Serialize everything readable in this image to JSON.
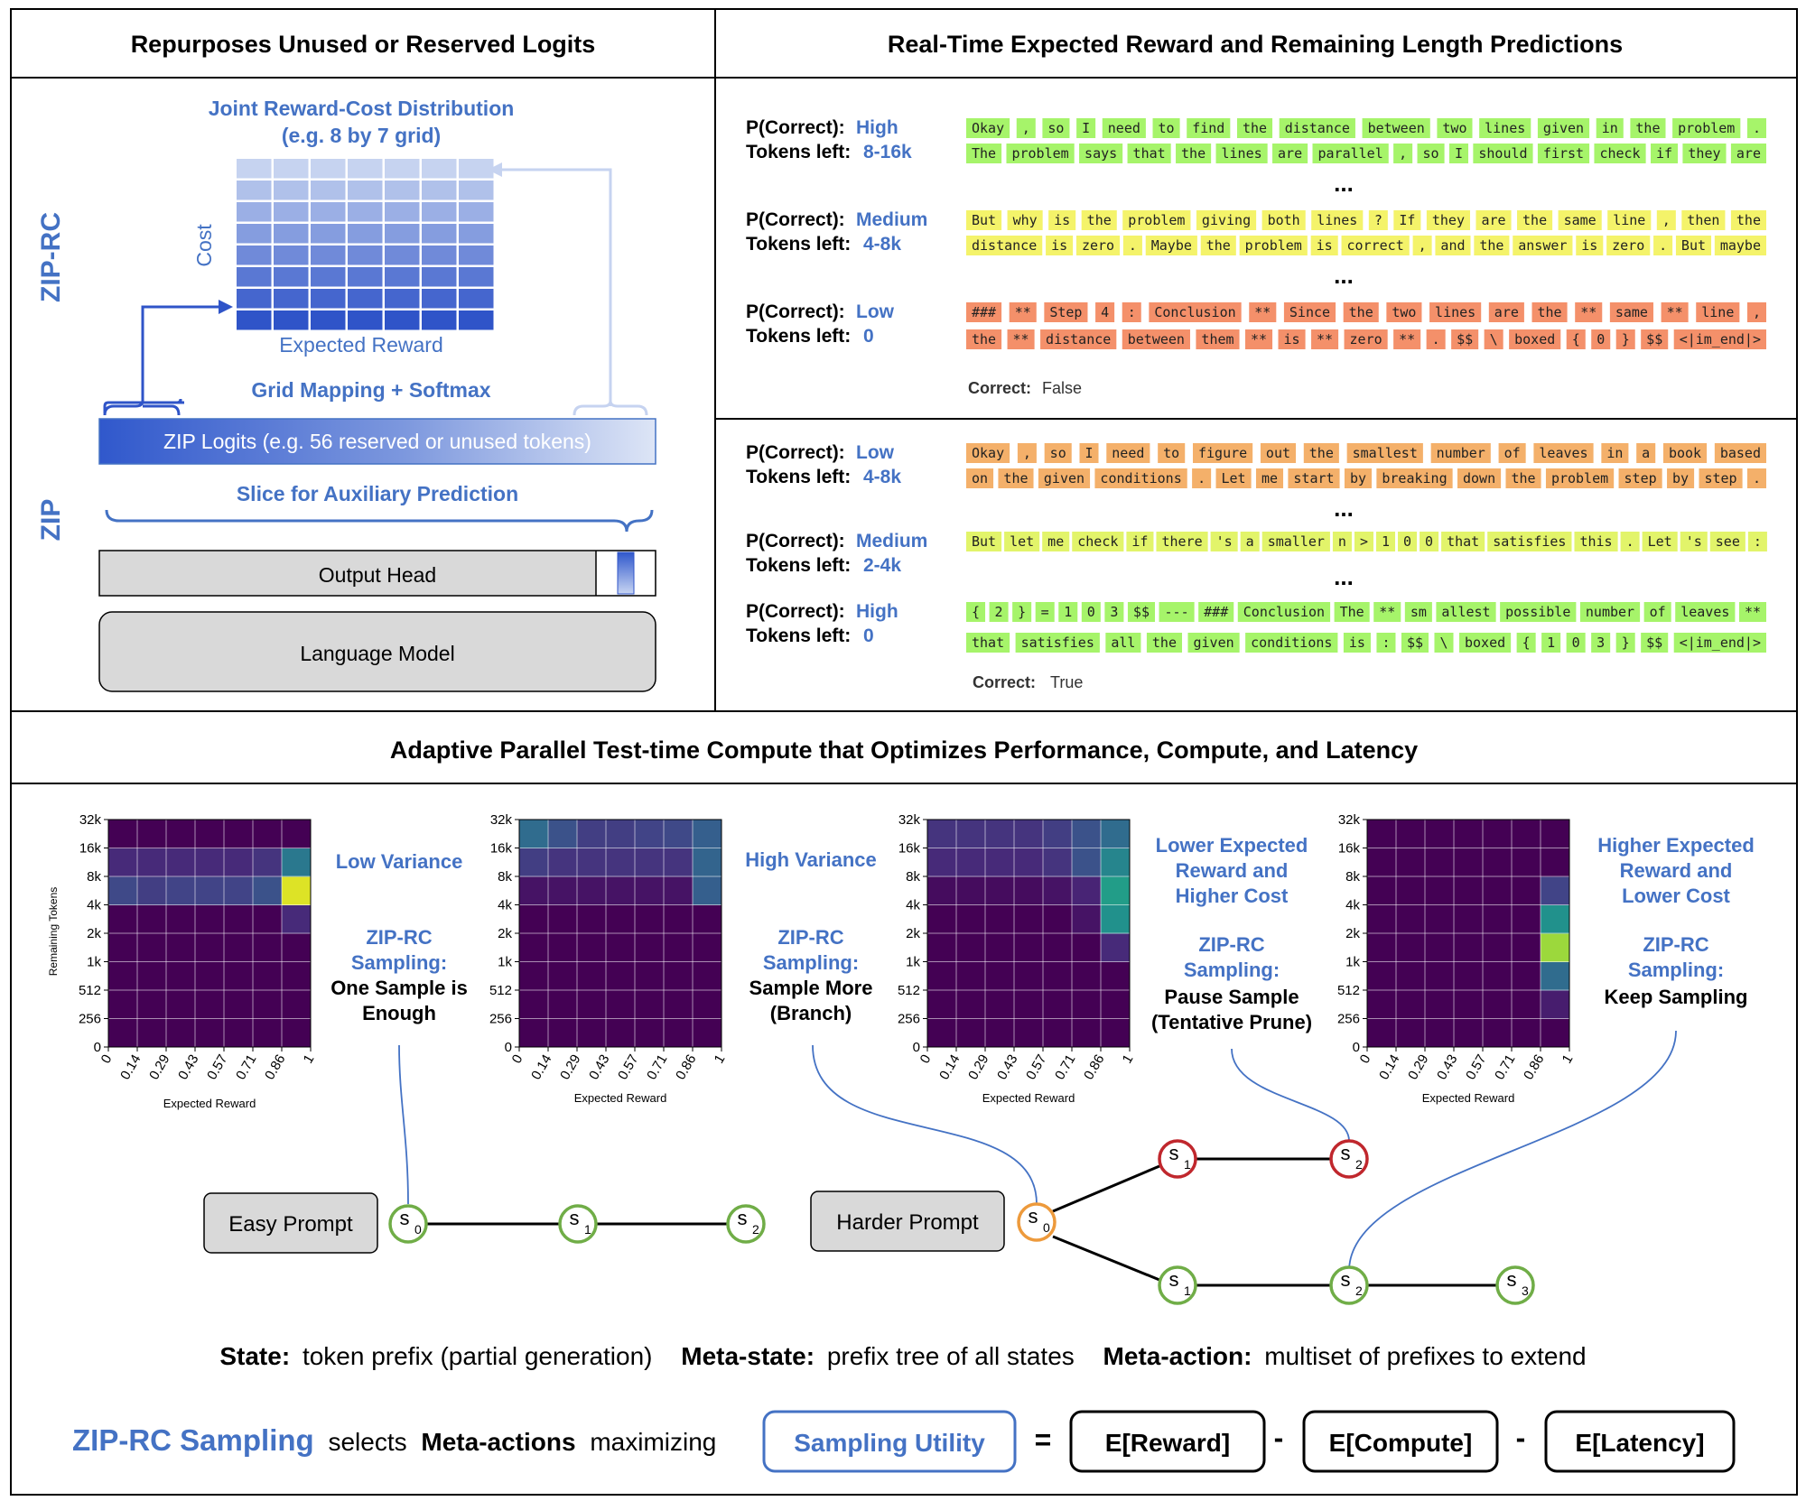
{
  "panels": {
    "top_left_title": "Repurposes Unused or Reserved Logits",
    "top_right_title": "Real-Time Expected Reward and Remaining Length Predictions",
    "bottom_title": "Adaptive Parallel Test-time Compute that Optimizes Performance, Compute, and Latency"
  },
  "left": {
    "zip_rc_label": "ZIP-RC",
    "zip_label": "ZIP",
    "joint_title_1": "Joint Reward-Cost Distribution",
    "joint_title_2": "(e.g. 8 by 7 grid)",
    "cost_label": "Cost",
    "expected_reward_label": "Expected Reward",
    "grid_mapping": "Grid Mapping + Softmax",
    "zip_logits": "ZIP Logits (e.g. 56 reserved or unused tokens)",
    "slice_label": "Slice for Auxiliary Prediction",
    "output_head": "Output Head",
    "language_model": "Language Model",
    "colors": {
      "accent": "#4472c4",
      "grid_dark": "#2f54c8",
      "grid_light": "#c6d3f0"
    }
  },
  "right": {
    "pc_label": "P(Correct):",
    "tl_label": "Tokens left:",
    "correct_label": "Correct:",
    "ellipsis": "...",
    "example1": {
      "result": "False",
      "blocks": [
        {
          "pc": "High",
          "tl": "8-16k",
          "color": "#a6f46a",
          "line1": [
            "Okay",
            ",",
            "so",
            "I",
            "need",
            "to",
            "find",
            "the",
            "distance",
            "between",
            "two",
            "lines",
            "given",
            "in",
            "the",
            "problem",
            "."
          ],
          "line2": [
            "The",
            "problem",
            "says",
            "that",
            "the",
            "lines",
            "are",
            "parallel",
            ",",
            "so",
            "I",
            "should",
            "first",
            "check",
            "if",
            "they",
            "are"
          ]
        },
        {
          "pc": "Medium",
          "tl": "4-8k",
          "color": "#f4f36a",
          "line1": [
            "But",
            "why",
            "is",
            "the",
            "problem",
            "giving",
            "both",
            "lines",
            "?",
            "If",
            "they",
            "are",
            "the",
            "same",
            "line",
            ",",
            "then",
            "the"
          ],
          "line2": [
            "distance",
            "is",
            "zero",
            ".",
            "Maybe",
            "the",
            "problem",
            "is",
            "correct",
            ",",
            "and",
            "the",
            "answer",
            "is",
            "zero",
            ".",
            "But",
            "maybe"
          ]
        },
        {
          "pc": "Low",
          "tl": "0",
          "color": "#f4906a",
          "line1": [
            "###",
            "**",
            "Step",
            "4",
            ":",
            "Conclusion",
            "**",
            "Since",
            "the",
            "two",
            "lines",
            "are",
            "the",
            "**",
            "same",
            "**",
            "line",
            ","
          ],
          "line2": [
            "the",
            "**",
            "distance",
            "between",
            "them",
            "**",
            "is",
            "**",
            "zero",
            "**",
            ".",
            "$$",
            "\\",
            "boxed",
            "{",
            "0",
            "}",
            "$$",
            "<|im_end|>"
          ]
        }
      ]
    },
    "example2": {
      "result": "True",
      "blocks": [
        {
          "pc": "Low",
          "tl": "4-8k",
          "color": "#f4b06a",
          "line1": [
            "Okay",
            ",",
            "so",
            "I",
            "need",
            "to",
            "figure",
            "out",
            "the",
            "smallest",
            "number",
            "of",
            "leaves",
            "in",
            "a",
            "book",
            "based"
          ],
          "line2": [
            "on",
            "the",
            "given",
            "conditions",
            ".",
            "Let",
            "me",
            "start",
            "by",
            "breaking",
            "down",
            "the",
            "problem",
            "step",
            "by",
            "step",
            "."
          ]
        },
        {
          "pc": "Medium",
          "tl": "2-4k",
          "color": "#e2f46a",
          "line1": [
            "But",
            "let",
            "me",
            "check",
            "if",
            "there",
            "'s",
            "a",
            "smaller",
            "n",
            ">",
            "1",
            "0",
            "0",
            "that",
            "satisfies",
            "this",
            ".",
            "Let",
            "'s",
            "see",
            ":"
          ],
          "line2": []
        },
        {
          "pc": "High",
          "tl": "0",
          "color": "#a6f46a",
          "line1": [
            "{",
            "2",
            "}",
            "=",
            "1",
            "0",
            "3",
            "$$",
            "---",
            "###",
            "Conclusion",
            "The",
            "**",
            "sm",
            "allest",
            "possible",
            "number",
            "of",
            "leaves",
            "**"
          ],
          "line2": [
            "that",
            "satisfies",
            "all",
            "the",
            "given",
            "conditions",
            "is",
            ":",
            "$$",
            "\\",
            "boxed",
            "{",
            "1",
            "0",
            "3",
            "}",
            "$$",
            "<|im_end|>"
          ]
        }
      ]
    }
  },
  "bottom": {
    "heatmap_y_ticks": [
      "0",
      "256",
      "512",
      "1k",
      "2k",
      "4k",
      "8k",
      "16k",
      "32k"
    ],
    "heatmap_x_ticks": [
      "0",
      "0.14",
      "0.29",
      "0.43",
      "0.57",
      "0.71",
      "0.86",
      "1"
    ],
    "heatmap_ylabel": "Remaining Tokens",
    "heatmap_xlabel": "Expected Reward",
    "annotations": [
      {
        "heading": [
          "Low Variance"
        ],
        "sampling": [
          "ZIP-RC",
          "Sampling:"
        ],
        "action": [
          "One Sample is",
          "Enough"
        ]
      },
      {
        "heading": [
          "High Variance"
        ],
        "sampling": [
          "ZIP-RC",
          "Sampling:"
        ],
        "action": [
          "Sample More",
          "(Branch)"
        ]
      },
      {
        "heading": [
          "Lower Expected",
          "Reward and",
          "Higher Cost"
        ],
        "sampling": [
          "ZIP-RC",
          "Sampling:"
        ],
        "action": [
          "Pause Sample",
          "(Tentative Prune)"
        ]
      },
      {
        "heading": [
          "Higher Expected",
          "Reward and",
          "Lower Cost"
        ],
        "sampling": [
          "ZIP-RC",
          "Sampling:"
        ],
        "action": [
          "Keep Sampling"
        ]
      }
    ],
    "easy_prompt": "Easy Prompt",
    "harder_prompt": "Harder Prompt",
    "node_s": "s",
    "state_line": [
      {
        "key": "State:",
        "val": "token prefix (partial generation)"
      },
      {
        "key": "Meta-state:",
        "val": "prefix tree of all states"
      },
      {
        "key": "Meta-action:",
        "val": "multiset of prefixes to extend"
      }
    ],
    "equation": {
      "zip_rc_sampling": "ZIP-RC Sampling",
      "selects": "selects",
      "meta_actions": "Meta-actions",
      "maximizing": "maximizing",
      "utility": "Sampling Utility",
      "equals": "=",
      "minus": "-",
      "reward": "E[Reward]",
      "compute": "E[Compute]",
      "latency": "E[Latency]"
    }
  },
  "chart_data": [
    {
      "type": "heatmap",
      "xlabel": "Expected Reward",
      "ylabel": "Remaining Tokens",
      "x": [
        "0",
        "0.14",
        "0.29",
        "0.43",
        "0.57",
        "0.71",
        "0.86",
        "1"
      ],
      "y": [
        "0",
        "256",
        "512",
        "1k",
        "2k",
        "4k",
        "8k",
        "16k",
        "32k"
      ],
      "values": [
        [
          0,
          0,
          0,
          0,
          0,
          0,
          0
        ],
        [
          0,
          0,
          0,
          0,
          0,
          0,
          0
        ],
        [
          0,
          0,
          0,
          0,
          0,
          0,
          0
        ],
        [
          0,
          0,
          0,
          0,
          0,
          0,
          0
        ],
        [
          0,
          0,
          0,
          0,
          0,
          0,
          0.12
        ],
        [
          0.22,
          0.18,
          0.2,
          0.2,
          0.2,
          0.25,
          0.95
        ],
        [
          0.12,
          0.12,
          0.12,
          0.12,
          0.12,
          0.15,
          0.4
        ],
        [
          0,
          0,
          0,
          0,
          0,
          0,
          0
        ]
      ]
    },
    {
      "type": "heatmap",
      "xlabel": "Expected Reward",
      "x": [
        "0",
        "0.14",
        "0.29",
        "0.43",
        "0.57",
        "0.71",
        "0.86",
        "1"
      ],
      "y": [
        "0",
        "256",
        "512",
        "1k",
        "2k",
        "4k",
        "8k",
        "16k",
        "32k"
      ],
      "values": [
        [
          0,
          0,
          0,
          0,
          0,
          0,
          0
        ],
        [
          0,
          0,
          0,
          0,
          0,
          0,
          0
        ],
        [
          0,
          0,
          0,
          0,
          0,
          0,
          0
        ],
        [
          0,
          0,
          0,
          0,
          0,
          0,
          0
        ],
        [
          0,
          0,
          0,
          0,
          0,
          0,
          0
        ],
        [
          0.05,
          0.05,
          0.05,
          0.05,
          0.05,
          0.05,
          0.3
        ],
        [
          0.18,
          0.15,
          0.15,
          0.15,
          0.15,
          0.15,
          0.32
        ],
        [
          0.35,
          0.25,
          0.18,
          0.18,
          0.2,
          0.22,
          0.3
        ]
      ]
    },
    {
      "type": "heatmap",
      "xlabel": "Expected Reward",
      "x": [
        "0",
        "0.14",
        "0.29",
        "0.43",
        "0.57",
        "0.71",
        "0.86",
        "1"
      ],
      "y": [
        "0",
        "256",
        "512",
        "1k",
        "2k",
        "4k",
        "8k",
        "16k",
        "32k"
      ],
      "values": [
        [
          0,
          0,
          0,
          0,
          0,
          0,
          0
        ],
        [
          0,
          0,
          0,
          0,
          0,
          0,
          0
        ],
        [
          0,
          0,
          0,
          0,
          0,
          0,
          0
        ],
        [
          0,
          0,
          0,
          0,
          0,
          0,
          0.12
        ],
        [
          0,
          0,
          0,
          0,
          0,
          0.05,
          0.5
        ],
        [
          0.03,
          0.03,
          0.03,
          0.03,
          0.05,
          0.1,
          0.55
        ],
        [
          0.12,
          0.12,
          0.12,
          0.12,
          0.15,
          0.25,
          0.45
        ],
        [
          0.15,
          0.15,
          0.15,
          0.15,
          0.18,
          0.25,
          0.35
        ]
      ]
    },
    {
      "type": "heatmap",
      "xlabel": "Expected Reward",
      "x": [
        "0",
        "0.14",
        "0.29",
        "0.43",
        "0.57",
        "0.71",
        "0.86",
        "1"
      ],
      "y": [
        "0",
        "256",
        "512",
        "1k",
        "2k",
        "4k",
        "8k",
        "16k",
        "32k"
      ],
      "values": [
        [
          0,
          0,
          0,
          0,
          0,
          0,
          0
        ],
        [
          0,
          0,
          0,
          0,
          0,
          0,
          0.08
        ],
        [
          0,
          0,
          0,
          0,
          0,
          0,
          0.35
        ],
        [
          0,
          0,
          0,
          0,
          0,
          0,
          0.85
        ],
        [
          0,
          0,
          0,
          0,
          0,
          0,
          0.5
        ],
        [
          0,
          0,
          0,
          0,
          0,
          0,
          0.2
        ],
        [
          0,
          0,
          0,
          0,
          0,
          0,
          0
        ],
        [
          0,
          0,
          0,
          0,
          0,
          0,
          0
        ]
      ]
    }
  ]
}
